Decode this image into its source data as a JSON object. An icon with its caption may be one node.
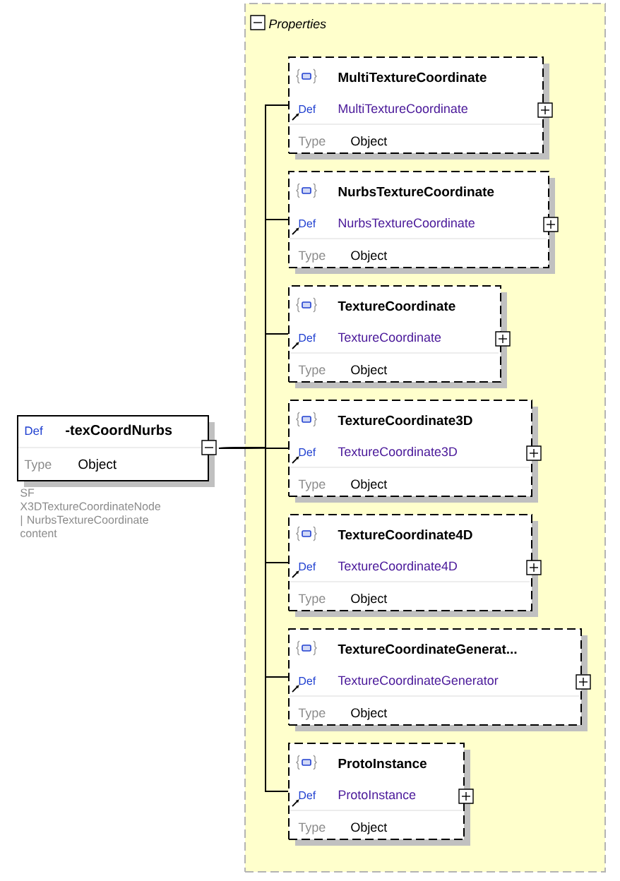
{
  "diagram": {
    "nodes": [
      {
        "text": [
          "Def",
          "-texCoordNurbs",
          "Type",
          "Object"
        ],
        "beside": [
          "SF X3DTextureCoordinateNode | NurbsTextureCoordinate content"
        ]
      },
      {
        "text": [
          "Properties"
        ]
      },
      {
        "text": [
          "MultiTextureCoordinate",
          "Def",
          "MultiTextureCoordinate",
          "Type",
          "Object"
        ],
        "in": 1
      },
      {
        "text": [
          "NurbsTextureCoordinate",
          "Def",
          "NurbsTextureCoordinate",
          "Type",
          "Object"
        ],
        "in": 1
      },
      {
        "text": [
          "TextureCoordinate",
          "Def",
          "TextureCoordinate",
          "Type",
          "Object"
        ],
        "in": 1
      },
      {
        "text": [
          "TextureCoordinate3D",
          "Def",
          "TextureCoordinate3D",
          "Type",
          "Object"
        ],
        "in": 1
      },
      {
        "text": [
          "TextureCoordinate4D",
          "Def",
          "TextureCoordinate4D",
          "Type",
          "Object"
        ],
        "in": 1
      },
      {
        "text": [
          "TextureCoordinateGenerat...",
          "Def",
          "TextureCoordinateGenerator",
          "Type",
          "Object"
        ],
        "in": 1
      },
      {
        "text": [
          "ProtoInstance",
          "Def",
          "ProtoInstance",
          "Type",
          "Object"
        ],
        "in": 1
      }
    ],
    "edges": [
      {
        "from": 0,
        "to": 2,
        "arrow": "none"
      },
      {
        "from": 0,
        "to": 3,
        "arrow": "none"
      },
      {
        "from": 0,
        "to": 4,
        "arrow": "none"
      },
      {
        "from": 0,
        "to": 5,
        "arrow": "none"
      },
      {
        "from": 0,
        "to": 6,
        "arrow": "none"
      },
      {
        "from": 0,
        "to": 7,
        "arrow": "none"
      },
      {
        "from": 0,
        "to": 8,
        "arrow": "none"
      }
    ]
  }
}
